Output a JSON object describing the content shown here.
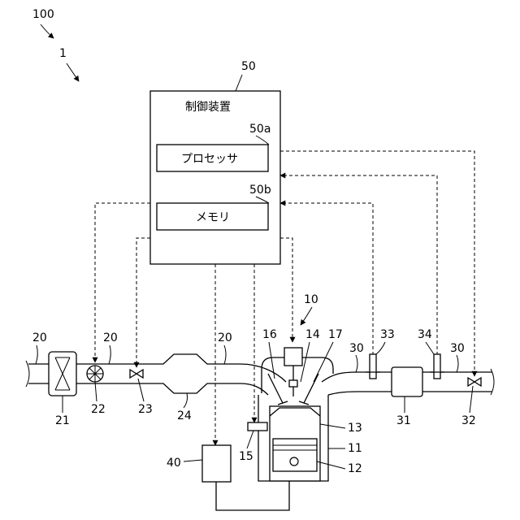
{
  "labels": {
    "system": "100",
    "vehicle": "1",
    "control_device_ref": "50",
    "control_device_name": "制御装置",
    "processor_ref": "50a",
    "processor_name": "プロセッサ",
    "memory_ref": "50b",
    "memory_name": "メモリ",
    "engine": "10",
    "cylinder": "11",
    "piston": "12",
    "combustion_chamber": "13",
    "spark_plug": "14",
    "injector": "15",
    "intake_valve": "16",
    "exhaust_valve": "17",
    "intake_pipe_a": "20",
    "intake_pipe_b": "20",
    "intake_pipe_c": "20",
    "air_cleaner": "21",
    "airflow_sensor": "22",
    "throttle_valve": "23",
    "surge_tank": "24",
    "exhaust_pipe_a": "30",
    "exhaust_pipe_b": "30",
    "catalyst": "31",
    "exhaust_valve_32": "32",
    "sensor_33": "33",
    "sensor_34": "34",
    "fuel_unit": "40"
  }
}
